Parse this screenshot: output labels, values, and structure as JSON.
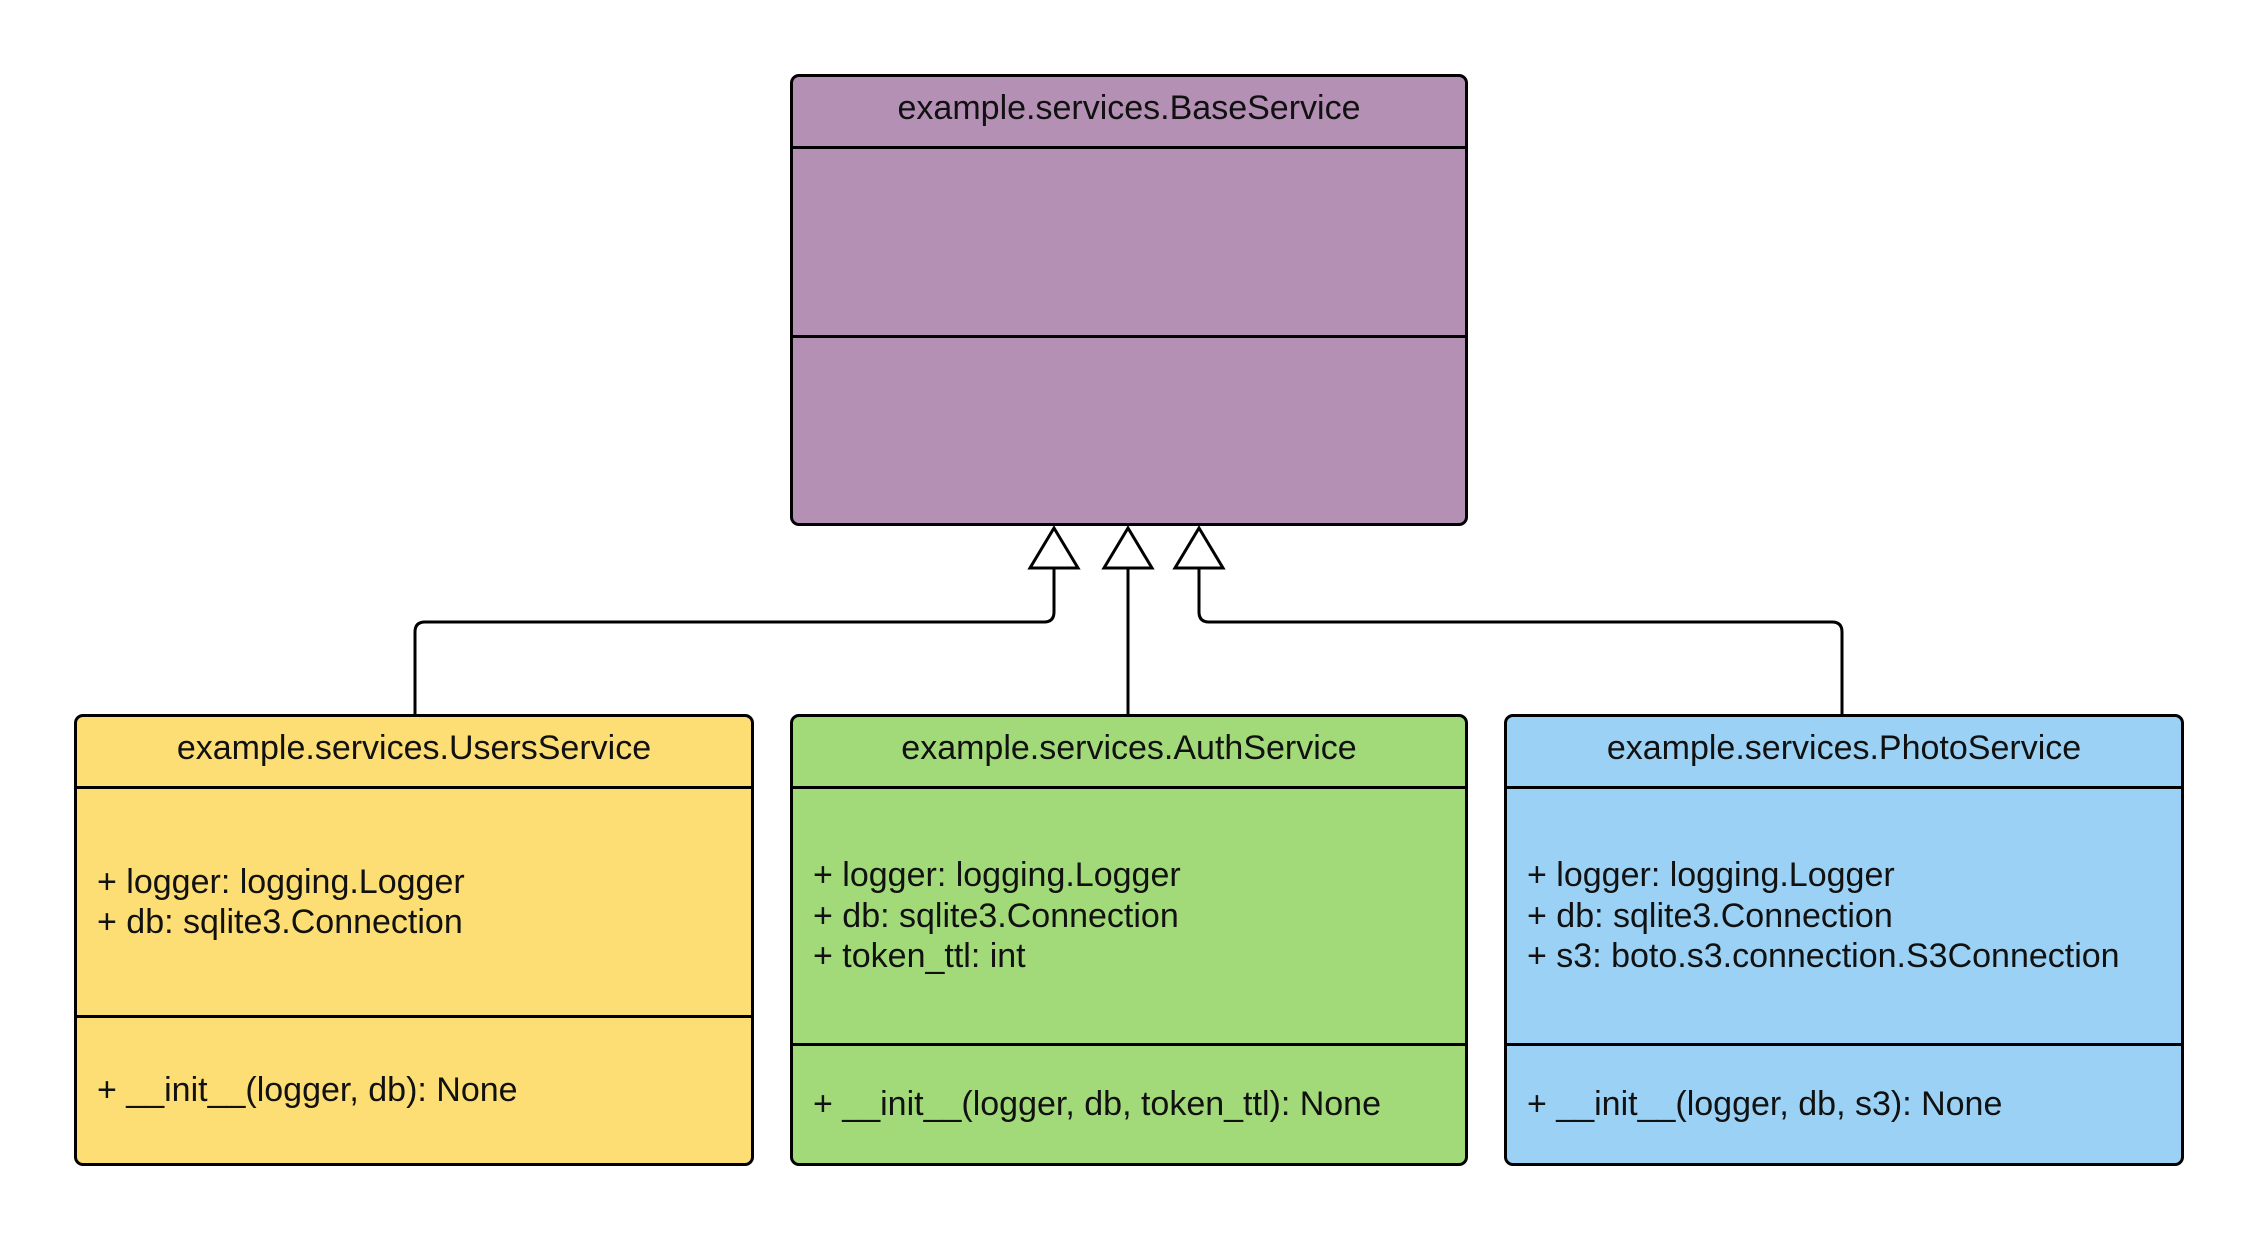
{
  "colors": {
    "base": "#b491b4",
    "users": "#fdde74",
    "auth": "#a3da79",
    "photo": "#9bd1f4",
    "stroke": "#000000"
  },
  "classes": {
    "base": {
      "name": "example.services.BaseService",
      "attributes": [],
      "methods": []
    },
    "users": {
      "name": "example.services.UsersService",
      "attributes": [
        "+ logger: logging.Logger",
        "+ db: sqlite3.Connection"
      ],
      "methods": [
        "+ __init__(logger, db): None"
      ]
    },
    "auth": {
      "name": "example.services.AuthService",
      "attributes": [
        "+ logger: logging.Logger",
        "+ db: sqlite3.Connection",
        "+ token_ttl: int"
      ],
      "methods": [
        "+ __init__(logger, db, token_ttl): None"
      ]
    },
    "photo": {
      "name": "example.services.PhotoService",
      "attributes": [
        "+ logger: logging.Logger",
        "+ db: sqlite3.Connection",
        "+ s3: boto.s3.connection.S3Connection"
      ],
      "methods": [
        "+ __init__(logger, db, s3): None"
      ]
    }
  },
  "relations": [
    {
      "type": "inheritance",
      "from": "users",
      "to": "base"
    },
    {
      "type": "inheritance",
      "from": "auth",
      "to": "base"
    },
    {
      "type": "inheritance",
      "from": "photo",
      "to": "base"
    }
  ]
}
